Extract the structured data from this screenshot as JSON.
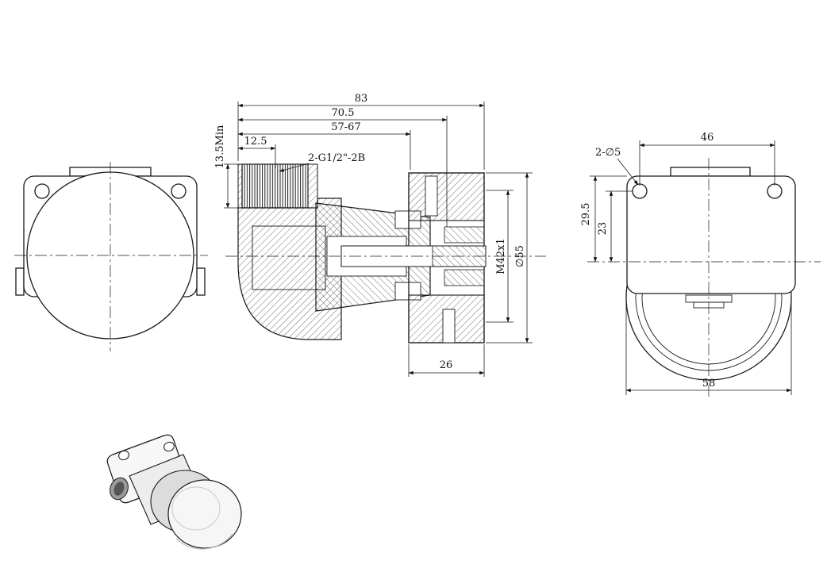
{
  "colors": {
    "line": "#1a1a1a",
    "background": "#ffffff"
  },
  "dims": {
    "d83": "83",
    "d705": "70.5",
    "d5767": "57-67",
    "d125": "12.5",
    "d135": "13.5Min",
    "inlet": "2-G1/2\"-2B",
    "m42": "M42x1",
    "dia55": "∅55",
    "d26": "26",
    "d46": "46",
    "holes": "2-∅5",
    "d295": "29.5",
    "d23": "23",
    "d58": "58"
  }
}
